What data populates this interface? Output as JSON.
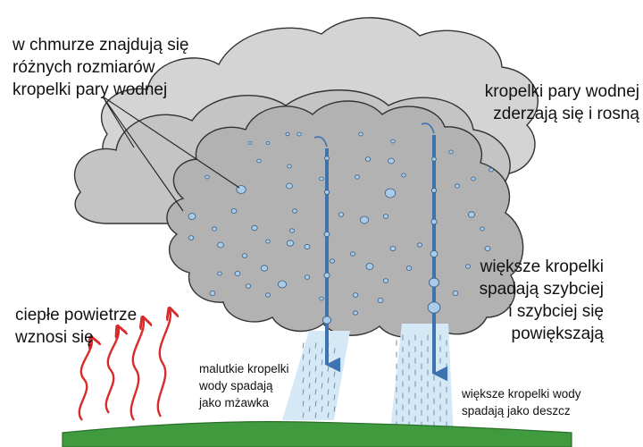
{
  "colors": {
    "cloud_back": "#d4d4d4",
    "cloud_mid": "#c4c4c4",
    "cloud_front": "#b2b2b2",
    "cloud_outline": "#333333",
    "droplet": "#a9cde8",
    "droplet_outline": "#3b5f86",
    "fall_arrow": "#3e73b0",
    "rain_column": "#d4e8f6",
    "rain_streak": "#6f8fae",
    "heat_arrow": "#d92b2b",
    "ground": "#3f9b3e",
    "ground_outline": "#2b6e2b"
  },
  "icons": {
    "heat": "wavy-up-arrow-icon",
    "fall": "down-arrow-icon"
  },
  "labels": {
    "in_cloud": [
      "w chmurze znajdują się",
      "różnych rozmiarów",
      "kropelki pary wodnej"
    ],
    "collide": [
      "kropelki pary wodnej",
      "zderzają się i rosną"
    ],
    "larger_fall": [
      "większe kropelki",
      "spadają szybciej",
      "i szybciej się",
      "powiększają"
    ],
    "warm_air": [
      "ciepłe powietrze",
      "wznosi się"
    ],
    "drizzle": [
      "malutkie kropelki",
      "wody spadają",
      "jako mżawka"
    ],
    "rain": [
      "większe kropelki wody",
      "spadają jako deszcz"
    ]
  }
}
